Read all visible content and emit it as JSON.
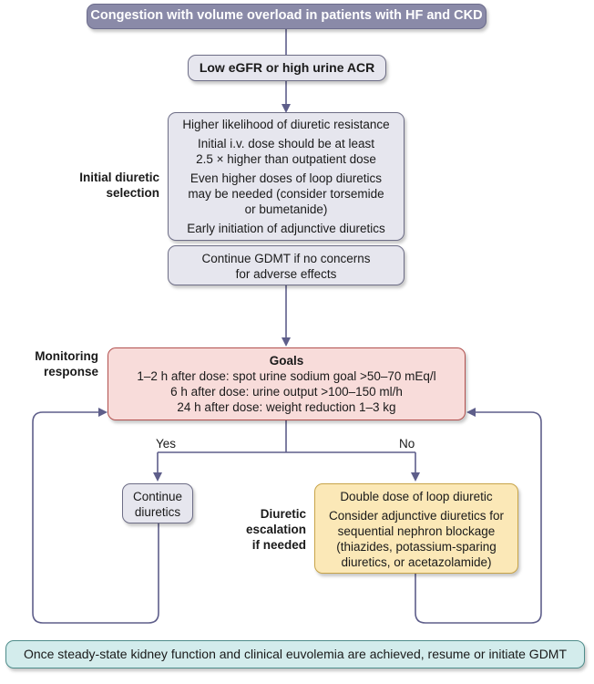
{
  "diagram": {
    "title": "Congestion with volume overload in patients with HF and CKD",
    "condition": "Low eGFR or high urine ACR",
    "initial_selection": {
      "side_label_line1": "Initial diuretic",
      "side_label_line2": "selection",
      "items": [
        "Higher likelihood of diuretic resistance",
        "Initial i.v. dose should be at least",
        "2.5 × higher than outpatient dose",
        "Even higher doses of loop diuretics",
        "may be needed (consider torsemide",
        "or bumetanide)",
        "Early initiation of adjunctive diuretics"
      ]
    },
    "gdmt_box": {
      "line1": "Continue GDMT if no concerns",
      "line2": "for adverse effects"
    },
    "monitoring": {
      "side_label_line1": "Monitoring",
      "side_label_line2": "response",
      "heading": "Goals",
      "goals": [
        "1–2 h after dose: spot urine sodium goal >50–70 mEq/l",
        "6 h after dose: urine output >100–150 ml/h",
        "24 h after dose: weight reduction 1–3 kg"
      ]
    },
    "branches": {
      "yes": "Yes",
      "no": "No"
    },
    "continue_box": {
      "line1": "Continue",
      "line2": "diuretics"
    },
    "escalation": {
      "side_label_line1": "Diuretic",
      "side_label_line2": "escalation",
      "side_label_line3": "if needed",
      "line1": "Double dose of loop diuretic",
      "line2": "Consider adjunctive diuretics for",
      "line3": "sequential nephron blockage",
      "line4": "(thiazides, potassium-sparing",
      "line5": "diuretics, or acetazolamide)"
    },
    "footer": "Once steady-state kidney function and clinical euvolemia are achieved, resume or initiate GDMT"
  },
  "colors": {
    "connector": "#5e5e8a",
    "title_fill": "#8a8aa8",
    "gray_fill": "#e6e6ee",
    "goals_fill": "#f8dcda",
    "escalation_fill": "#fbe8b7",
    "footer_fill": "#d3ecec"
  }
}
